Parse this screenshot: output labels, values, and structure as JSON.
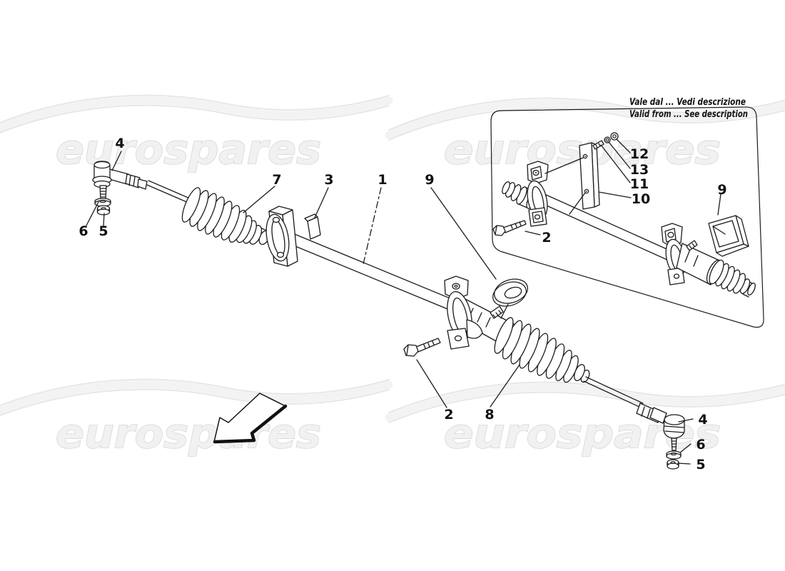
{
  "watermark": {
    "text": "eurospares"
  },
  "note": {
    "line1": "Vale dal ... Vedi descrizione",
    "line2": "Valid from ... See description"
  },
  "callouts": [
    {
      "part": "tie-rod-end-left",
      "number": "4"
    },
    {
      "part": "washer-left",
      "number": "6"
    },
    {
      "part": "self-locking-nut-left",
      "number": "5"
    },
    {
      "part": "boot-left",
      "number": "7"
    },
    {
      "part": "pad",
      "number": "3"
    },
    {
      "part": "rack-tube",
      "number": "1"
    },
    {
      "part": "seal-ring",
      "number": "9"
    },
    {
      "part": "bolt-main",
      "number": "2"
    },
    {
      "part": "boot-right",
      "number": "8"
    },
    {
      "part": "tie-rod-end-right",
      "number": "4"
    },
    {
      "part": "washer-right",
      "number": "6"
    },
    {
      "part": "self-locking-nut-right",
      "number": "5"
    },
    {
      "part": "inset-nut",
      "number": "12"
    },
    {
      "part": "inset-washer",
      "number": "13"
    },
    {
      "part": "inset-stud",
      "number": "11"
    },
    {
      "part": "inset-plate",
      "number": "10"
    },
    {
      "part": "inset-pad",
      "number": "9"
    },
    {
      "part": "inset-bolt",
      "number": "2"
    }
  ],
  "graphics": {
    "direction_arrow": "down-left-3d-arrow",
    "inset_meaning": "alternative-version-box"
  },
  "colors": {
    "line": "#1c1c1c",
    "watermark": "#d7d7d7",
    "background": "#ffffff"
  }
}
